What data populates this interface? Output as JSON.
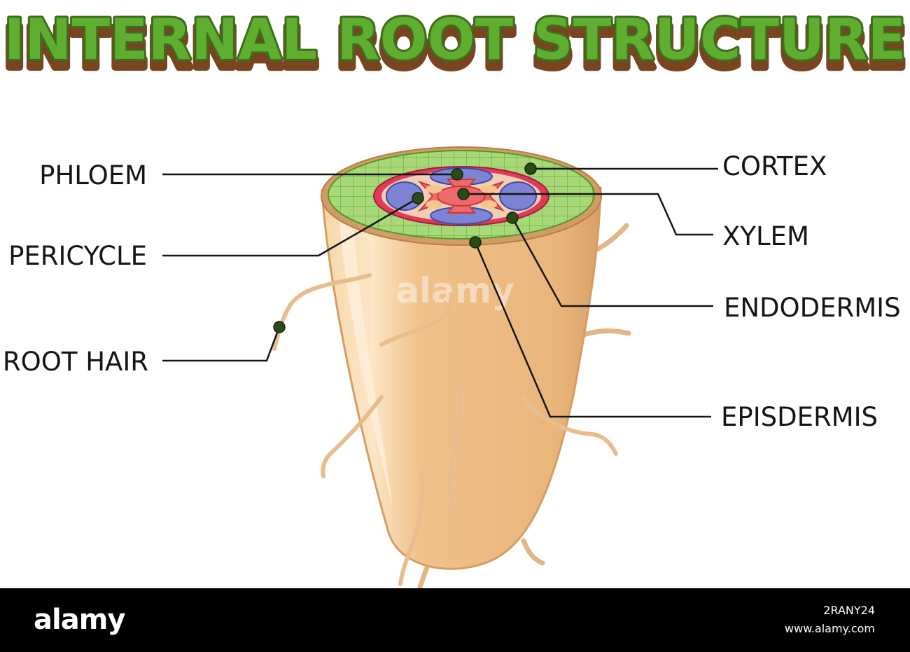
{
  "title": "INTERNAL ROOT STRUCTURE",
  "labels": {
    "phloem": "PHLOEM",
    "pericycle": "PERICYCLE",
    "root_hair": "ROOT HAIR",
    "cortex": "CORTEX",
    "xylem": "XYLEM",
    "endodermis": "ENDODERMIS",
    "epidermis": "EPISDERMIS"
  },
  "watermark": "alamy",
  "footer": {
    "logo": "alamy",
    "image_id": "2RANY24",
    "site": "www.alamy.com"
  },
  "colors": {
    "title_fill": "#5fae2f",
    "title_outline": "#3c6e1c",
    "title_shadow": "#8a4f26",
    "root_body": "#f2c48e",
    "root_edge": "#d9a469",
    "cortex": "#9ed36a",
    "endodermis_ring": "#e23a5b",
    "vascular": "#ef6a6a",
    "phloem": "#7d84d4",
    "xylem": "#f6c58d",
    "marker": "#2c4a15"
  }
}
